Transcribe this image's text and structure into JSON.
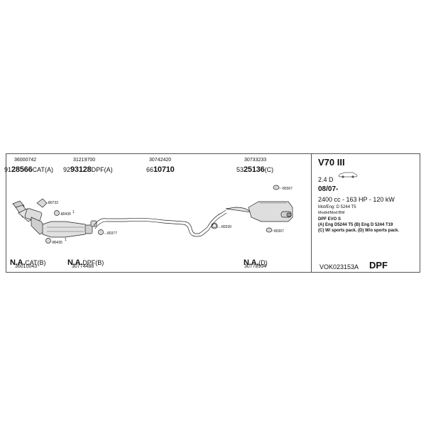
{
  "parts": [
    {
      "id": "36000742",
      "prefix": "91",
      "bold": "28566",
      "suffix": "CAT(A)"
    },
    {
      "id": "31219700",
      "prefix": "92",
      "bold": "93128",
      "suffix": "DPF(A)"
    },
    {
      "id": "30742420",
      "prefix": "66",
      "bold": "10710",
      "suffix": ""
    },
    {
      "id": "30733233",
      "prefix": "53",
      "bold": "25136",
      "suffix": "(C)"
    }
  ],
  "na_parts": [
    {
      "label": "N.A.",
      "suffix": "CAT(B)",
      "id": "36010043"
    },
    {
      "label": "N.A.",
      "suffix": "DPF(B)",
      "id": "30774488"
    },
    {
      "label": "N.A.",
      "suffix": "(D)",
      "id": "30778994"
    }
  ],
  "ref_labels": [
    "80733",
    "80435",
    "80435",
    "80377",
    "80339",
    "80367",
    "80367"
  ],
  "ref_marks": [
    "1",
    "1"
  ],
  "info": {
    "model": "V70 III",
    "engine": "2.4 D",
    "date": "08/07-",
    "spec": "2400 cc - 163 HP - 120 kW",
    "mot_eng": "Mot/Eng: D 5244 T5",
    "model_mod": "Model/Mod:BW",
    "dpf": "DPF EVO S",
    "note_a": "(A) Eng D5244 T5 (B) Eng D 5244 T19",
    "note_c": "(C) W/ sports pack. (D) W/o sports pack.",
    "code": "VOK023153A",
    "type": "DPF"
  }
}
